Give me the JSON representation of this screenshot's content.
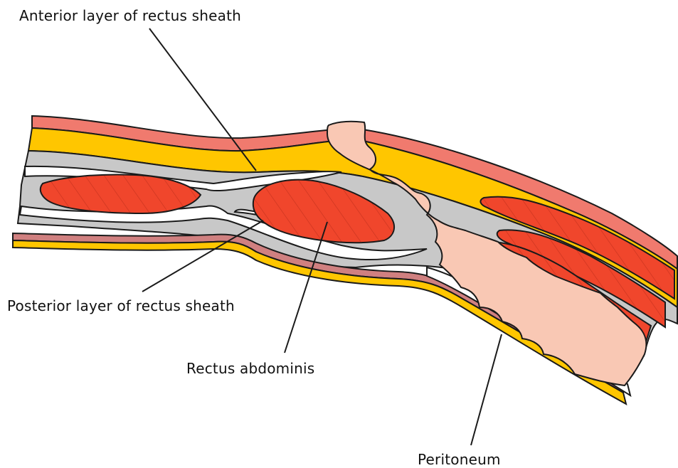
{
  "labels": {
    "anterior_layer": "Anterior layer of rectus sheath",
    "posterior_layer": "Posterior layer of rectus sheath",
    "rectus_abdominis": "Rectus abdominis",
    "peritoneum": "Peritoneum"
  },
  "colors": {
    "skin": "#f07a6e",
    "fat": "#ffc600",
    "fascia": "#c8c8c8",
    "muscle": "#f0462c",
    "muscle_hatch": "#c8331f",
    "hernia_sac": "#f9c8b4",
    "peritoneum": "#ffc600",
    "peritoneum_lining": "#d08080",
    "outline": "#1a1a1a"
  }
}
